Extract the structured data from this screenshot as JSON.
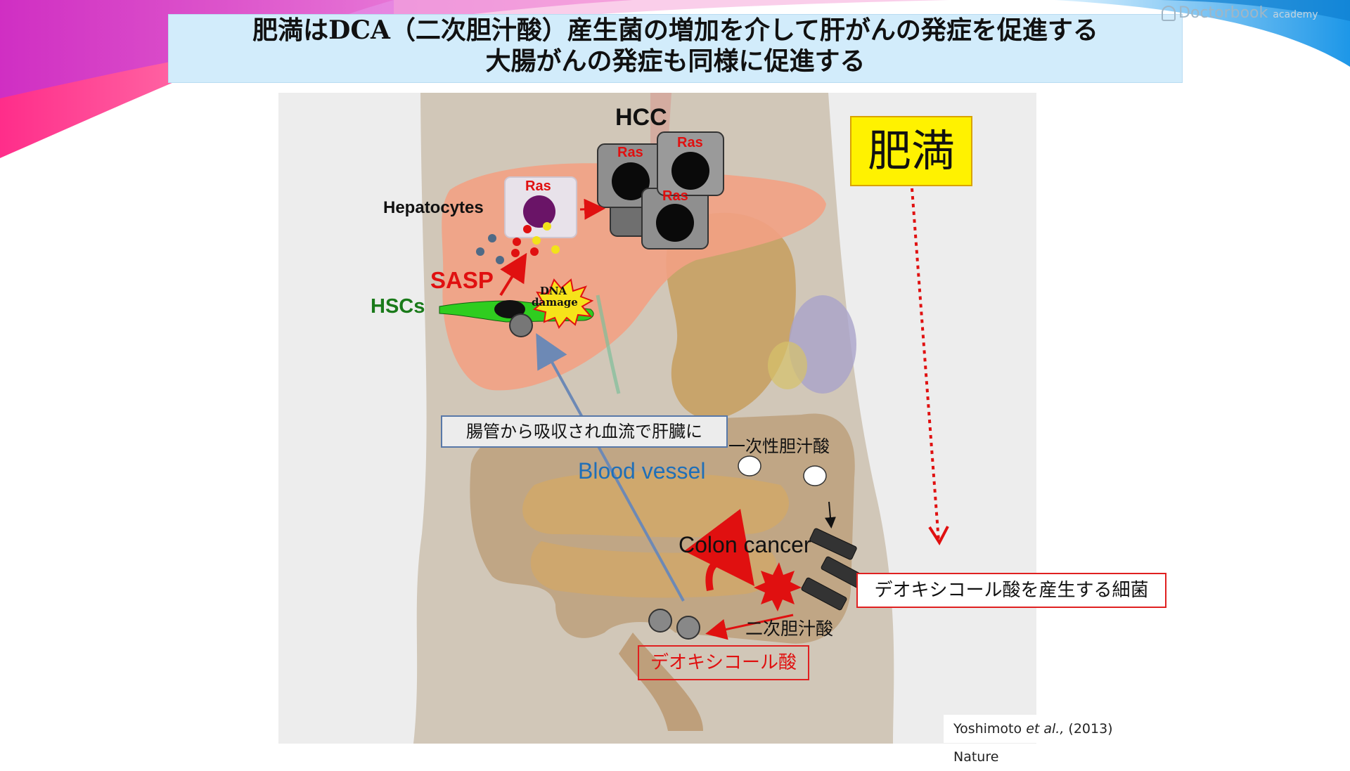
{
  "brand": {
    "name": "Doctorbook",
    "sub": "academy",
    "icon": "doctorbook-logo-icon"
  },
  "title": {
    "line1": "肥満はDCA（二次胆汁酸）産生菌の増加を介して肝がんの発症を促進する",
    "line2": "大腸がんの発症も同様に促進する"
  },
  "diagram": {
    "hcc": "HCC",
    "ras": "Ras",
    "hepatocytes": "Hepatocytes",
    "sasp": "SASP",
    "hscs": "HSCs",
    "dna_damage_line1": "DNA",
    "dna_damage_line2": "damage",
    "obesity": "肥満",
    "absorption_note": "腸管から吸収され血流で肝臓に",
    "primary_bile_acid": "一次性胆汁酸",
    "blood_vessel": "Blood vessel",
    "colon_cancer": "Colon cancer",
    "bacteria_note": "デオキシコール酸を産生する細菌",
    "secondary_bile_acid": "二次胆汁酸",
    "deoxycholic_acid": "デオキシコール酸"
  },
  "citation": {
    "authors": "Yoshimoto",
    "etal": "et al.,",
    "rest": " (2013) Nature"
  },
  "colors": {
    "title_bg": "#d2ecfb",
    "obesity_bg": "#fff200",
    "red": "#e01010",
    "green": "#1a7a1a",
    "blue_text": "#1f6fb8"
  }
}
